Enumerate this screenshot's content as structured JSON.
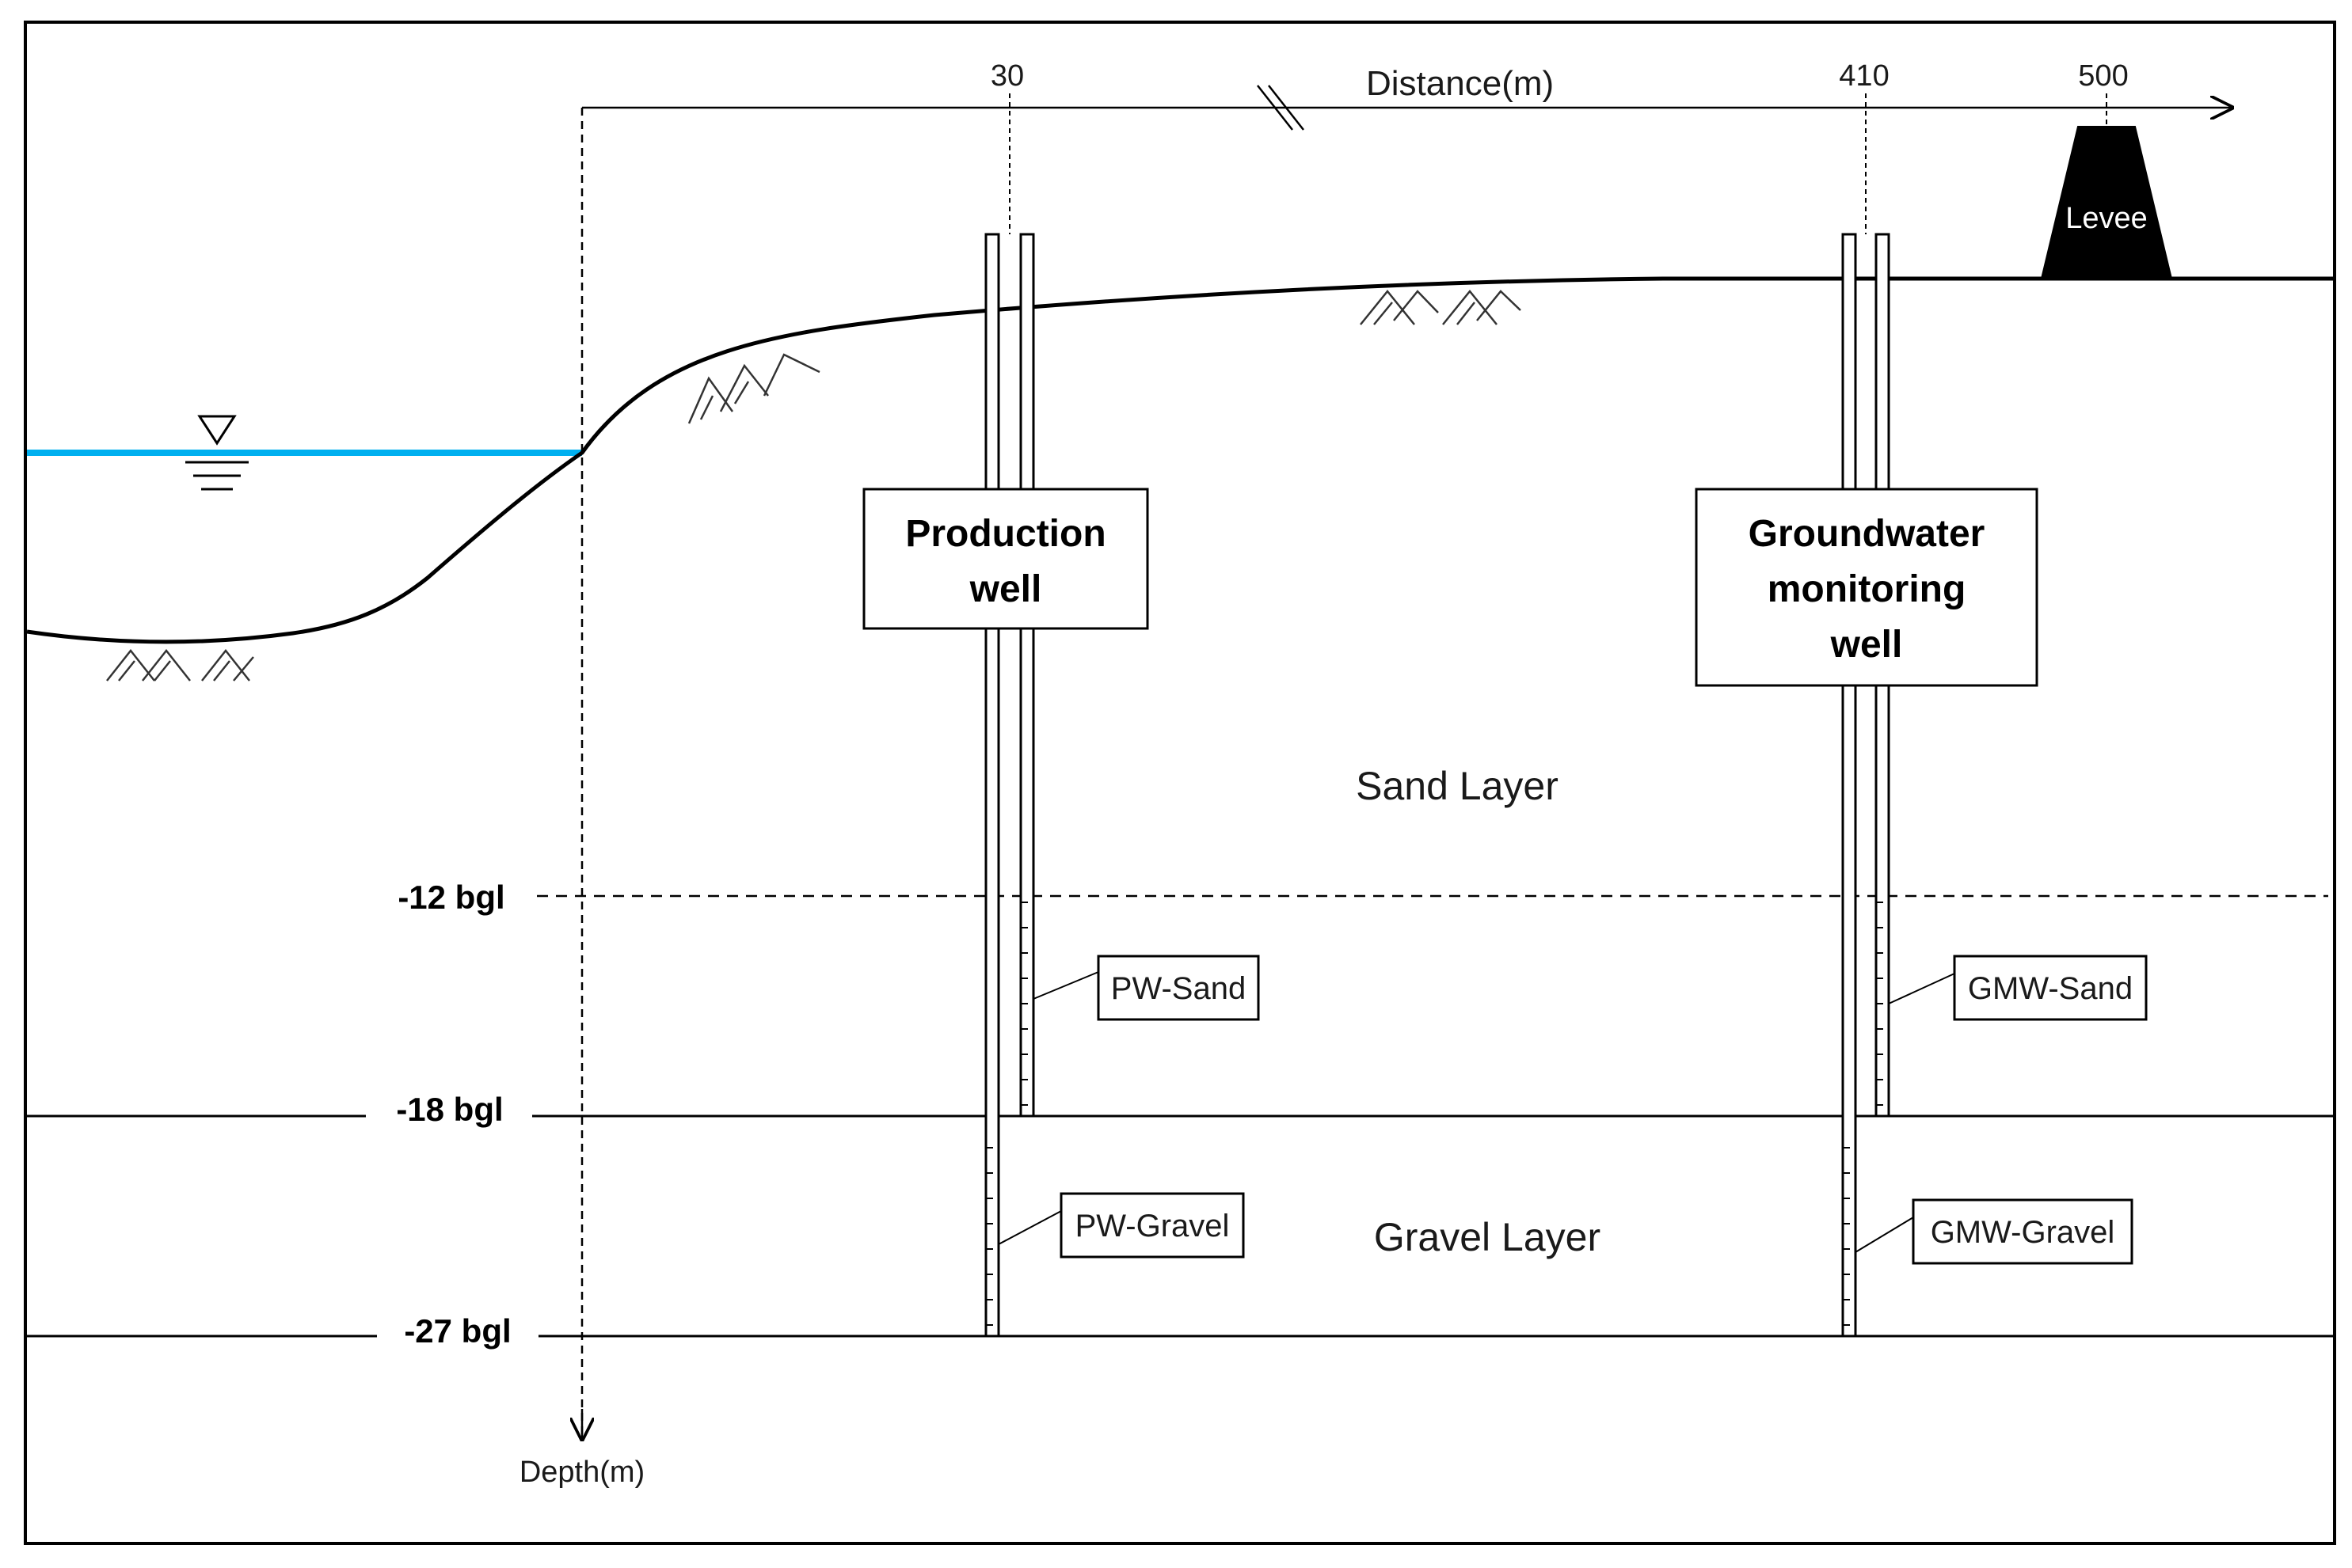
{
  "axes": {
    "distance_label": "Distance(m)",
    "depth_label": "Depth(m)",
    "ticks": [
      "30",
      "410",
      "500"
    ]
  },
  "structures": {
    "levee": "Levee"
  },
  "wells": {
    "production": [
      "Production",
      "well"
    ],
    "monitoring": [
      "Groundwater",
      "monitoring",
      "well"
    ]
  },
  "layers": {
    "sand": "Sand Layer",
    "gravel": "Gravel Layer"
  },
  "depths": [
    "-12 bgl",
    "-18 bgl",
    "-27 bgl"
  ],
  "screens": {
    "pw_sand": "PW-Sand",
    "pw_gravel": "PW-Gravel",
    "gmw_sand": "GMW-Sand",
    "gmw_gravel": "GMW-Gravel"
  },
  "colors": {
    "water": "#00b0f0",
    "ink": "#000000",
    "levee_fill": "#000000"
  }
}
